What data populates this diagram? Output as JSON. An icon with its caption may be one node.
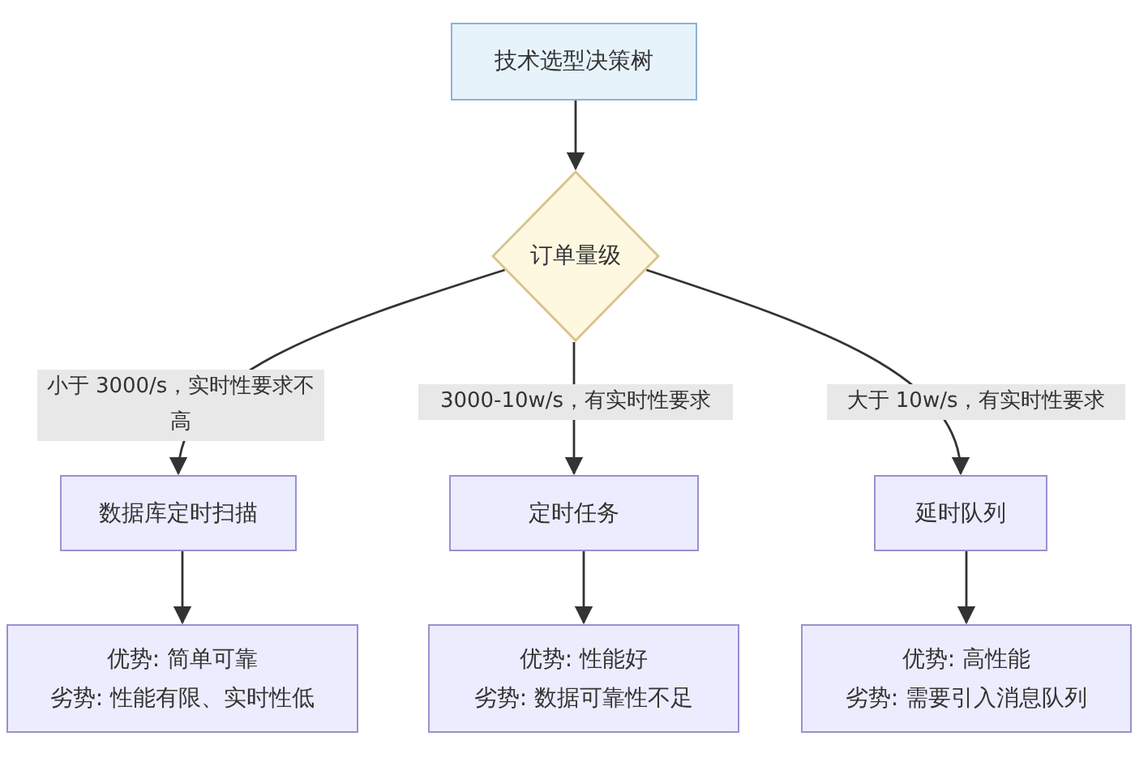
{
  "diagram": {
    "nodes": [
      {
        "text": [
          "技术选型决策树"
        ]
      },
      {
        "text": [
          "订单量级"
        ]
      },
      {
        "text": [
          "数据库定时扫描"
        ]
      },
      {
        "text": [
          "定时任务"
        ]
      },
      {
        "text": [
          "延时队列"
        ]
      },
      {
        "text": [
          "优势: 简单可靠",
          "劣势: 性能有限、实时性低"
        ]
      },
      {
        "text": [
          "优势: 性能好",
          "劣势: 数据可靠性不足"
        ]
      },
      {
        "text": [
          "优势: 高性能",
          "劣势: 需要引入消息队列"
        ]
      }
    ],
    "edges": [
      {
        "from": 0,
        "to": 1,
        "arrow": "to"
      },
      {
        "from": 1,
        "to": 2,
        "arrow": "to",
        "label": "小于 3000/s，实时性要求不高"
      },
      {
        "from": 1,
        "to": 3,
        "arrow": "to",
        "label": "3000-10w/s，有实时性要求"
      },
      {
        "from": 1,
        "to": 4,
        "arrow": "to",
        "label": "大于 10w/s，有实时性要求"
      },
      {
        "from": 2,
        "to": 5,
        "arrow": "to"
      },
      {
        "from": 3,
        "to": 6,
        "arrow": "to"
      },
      {
        "from": 4,
        "to": 7,
        "arrow": "to"
      }
    ]
  }
}
